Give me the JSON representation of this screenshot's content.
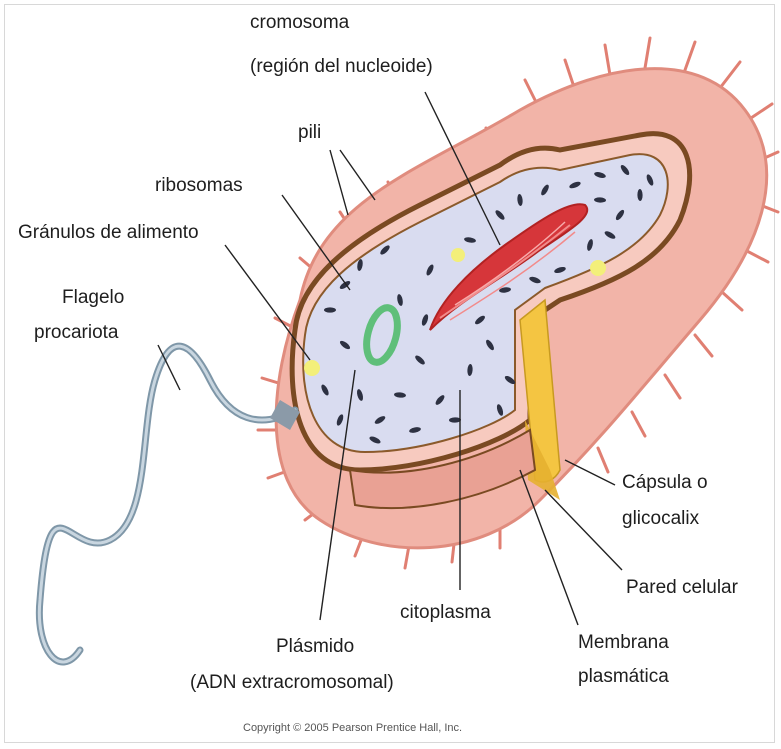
{
  "labels": {
    "cromosoma": "cromosoma",
    "region_nucleoide": "(región del nucleoide)",
    "pili": "pili",
    "ribosomas": "ribosomas",
    "granulos": "Gránulos de alimento",
    "flagelo_1": "Flagelo",
    "flagelo_2": "procariota",
    "capsula_1": "Cápsula o",
    "capsula_2": "glicocalix",
    "pared": "Pared celular",
    "citoplasma": "citoplasma",
    "membrana_1": "Membrana",
    "membrana_2": "plasmática",
    "plasmido_1": "Plásmido",
    "plasmido_2": "(ADN extracromosomal)"
  },
  "copyright": "Copyright © 2005 Pearson Prentice Hall, Inc.",
  "colors": {
    "capsule": "#f2b4a8",
    "capsule_edge": "#e58f80",
    "wall": "#7a4a22",
    "membrane": "#f4c542",
    "cytoplasm": "#d9dcf0",
    "ribosome": "#2d3142",
    "chromosome": "#d6363a",
    "plasmid": "#5fbf7a",
    "flagellum": "#9fb3c2"
  }
}
